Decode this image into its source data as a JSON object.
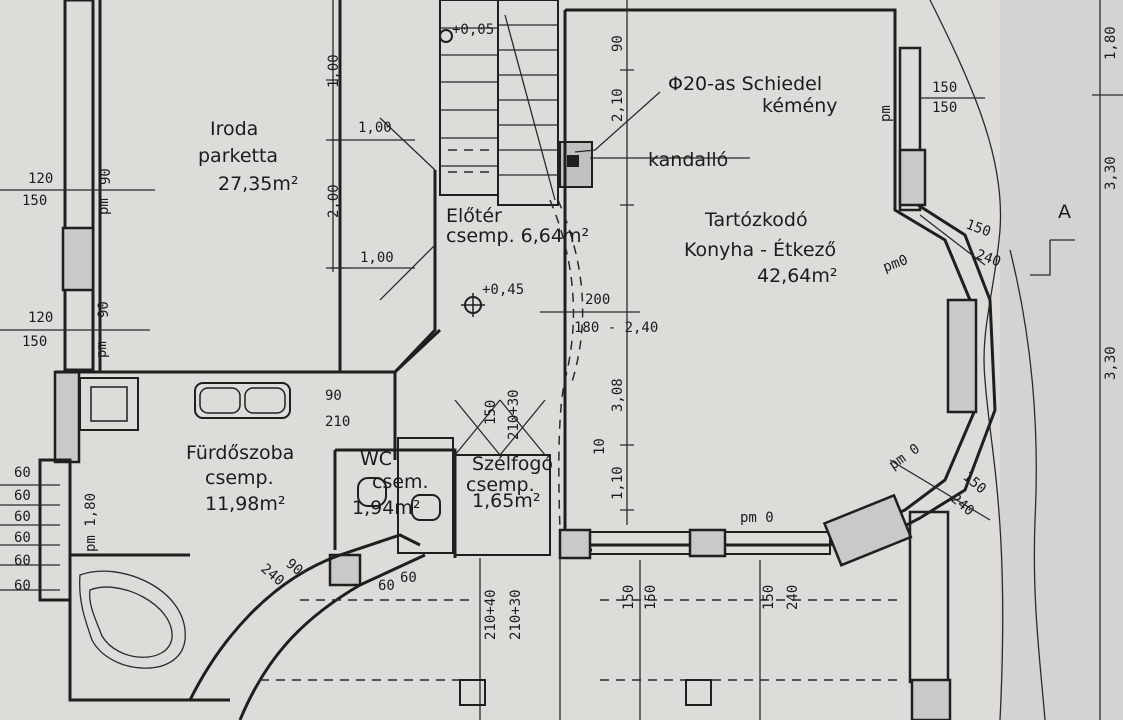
{
  "rooms": {
    "office": {
      "name": "Iroda",
      "floor": "parketta",
      "area": "27,35m²"
    },
    "hall": {
      "name": "Előtér",
      "floor_area": "csemp. 6,64m²",
      "level": "+0,45"
    },
    "living": {
      "name1": "Tartózkodó",
      "name2": "Konyha - Étkező",
      "area": "42,64m²"
    },
    "bath": {
      "name": "Fürdőszoba",
      "floor": "csemp.",
      "area": "11,98m²"
    },
    "wc": {
      "name": "WC",
      "floor": "csem.",
      "area": "1,94m²"
    },
    "wind": {
      "name": "Szélfogó",
      "floor": "csemp.",
      "area": "1,65m²"
    }
  },
  "labels": {
    "chimney_l1": "Φ20-as Schiedel",
    "chimney_l2": "kémény",
    "fireplace": "kandalló",
    "stair_level": "+0,05",
    "section": "A"
  },
  "dims": {
    "d100a": "1,00",
    "d100b": "1,00",
    "d200": "2,00",
    "d100c": "1,00",
    "d90top": "90",
    "d210top": "2,10",
    "d150a": "150",
    "d150b": "150",
    "pm_a": "pm",
    "d120a": "120",
    "d150c": "150",
    "d90a": "90",
    "pm_b": "pm",
    "d120b": "120",
    "d150d": "150",
    "d90b": "90",
    "pm_c": "pm",
    "d150e": "150",
    "d240a": "240",
    "pm0a": "pm0",
    "d200b": "200",
    "d180": "180 - 2,40",
    "d308": "3,08",
    "d10": "10",
    "d110": "1,10",
    "pm0b": "pm 0",
    "pm0c": "pm 0",
    "d150f": "150",
    "d240b": "240",
    "d90c": "90",
    "d210": "210",
    "d150g": "150",
    "d21030a": "210+30",
    "d60a": "60",
    "d60b": "60",
    "d60c": "60",
    "d60d": "60",
    "d60e": "60",
    "d60f": "60",
    "pm180": "pm 1,80",
    "d90d": "90",
    "d240c": "240",
    "d60g": "60",
    "d60h": "60",
    "d21040": "210+40",
    "d21030b": "210+30",
    "d150h": "150",
    "d150i": "150",
    "d150j": "150",
    "d240d": "240",
    "edge180": "1,80",
    "edge330a": "3,30",
    "edge330b": "3,30"
  }
}
